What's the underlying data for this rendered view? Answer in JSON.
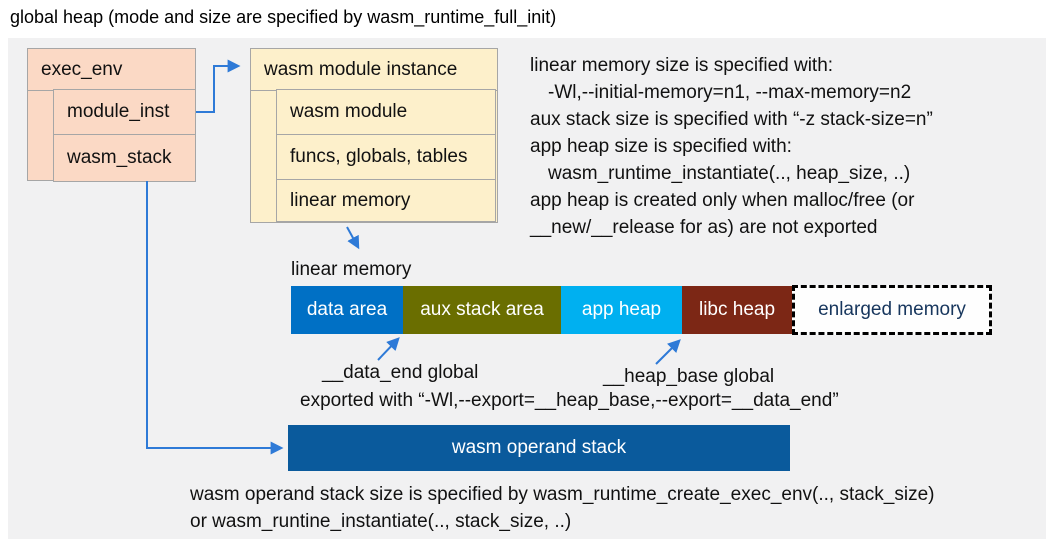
{
  "title": "global heap (mode and size are specified by wasm_runtime_full_init)",
  "exec_env": {
    "title": "exec_env",
    "rows": [
      {
        "label": "module_inst"
      },
      {
        "label": "wasm_stack"
      }
    ]
  },
  "module_instance": {
    "title": "wasm module instance",
    "rows": [
      {
        "label": "wasm module"
      },
      {
        "label": "funcs, globals, tables"
      },
      {
        "label": "linear memory"
      }
    ]
  },
  "notes": {
    "lines": [
      "linear memory size is specified with:",
      "-Wl,--initial-memory=n1, --max-memory=n2",
      "aux stack size is specified with “-z stack-size=n”",
      "app heap size is specified with:",
      "wasm_runtime_instantiate(.., heap_size, ..)",
      "app heap is created only when malloc/free (or",
      "__new/__release for as) are not exported"
    ]
  },
  "linear_memory": {
    "label": "linear memory",
    "segments": [
      {
        "label": "data area",
        "color": "#0070c5",
        "text_color": "#ffffff"
      },
      {
        "label": "aux stack area",
        "color": "#6a6e00",
        "text_color": "#ffffff"
      },
      {
        "label": "app heap",
        "color": "#00b0f0",
        "text_color": "#ffffff"
      },
      {
        "label": "libc heap",
        "color": "#7c2715",
        "text_color": "#ffffff"
      },
      {
        "label": "enlarged memory",
        "color": "#fefefe",
        "text_color": "#17365d",
        "border": "dashed"
      }
    ]
  },
  "annotations": {
    "data_end_label": "__data_end global",
    "heap_base_label": "__heap_base global",
    "export_line": "exported with “-Wl,--export=__heap_base,--export=__data_end”"
  },
  "operand_stack": {
    "label": "wasm operand stack",
    "color": "#0a5a9c"
  },
  "footer": {
    "lines": [
      "wasm operand stack size is specified by wasm_runtime_create_exec_env(.., stack_size)",
      "or wasm_runtine_instantiate(.., stack_size, ..)"
    ]
  },
  "colors": {
    "panel_bg": "#f1f1f2",
    "exec_env_fill": "#fbd9c5",
    "instance_fill": "#fdf0cb",
    "arrow": "#2e7ad7",
    "border": "#a6a6a6"
  }
}
